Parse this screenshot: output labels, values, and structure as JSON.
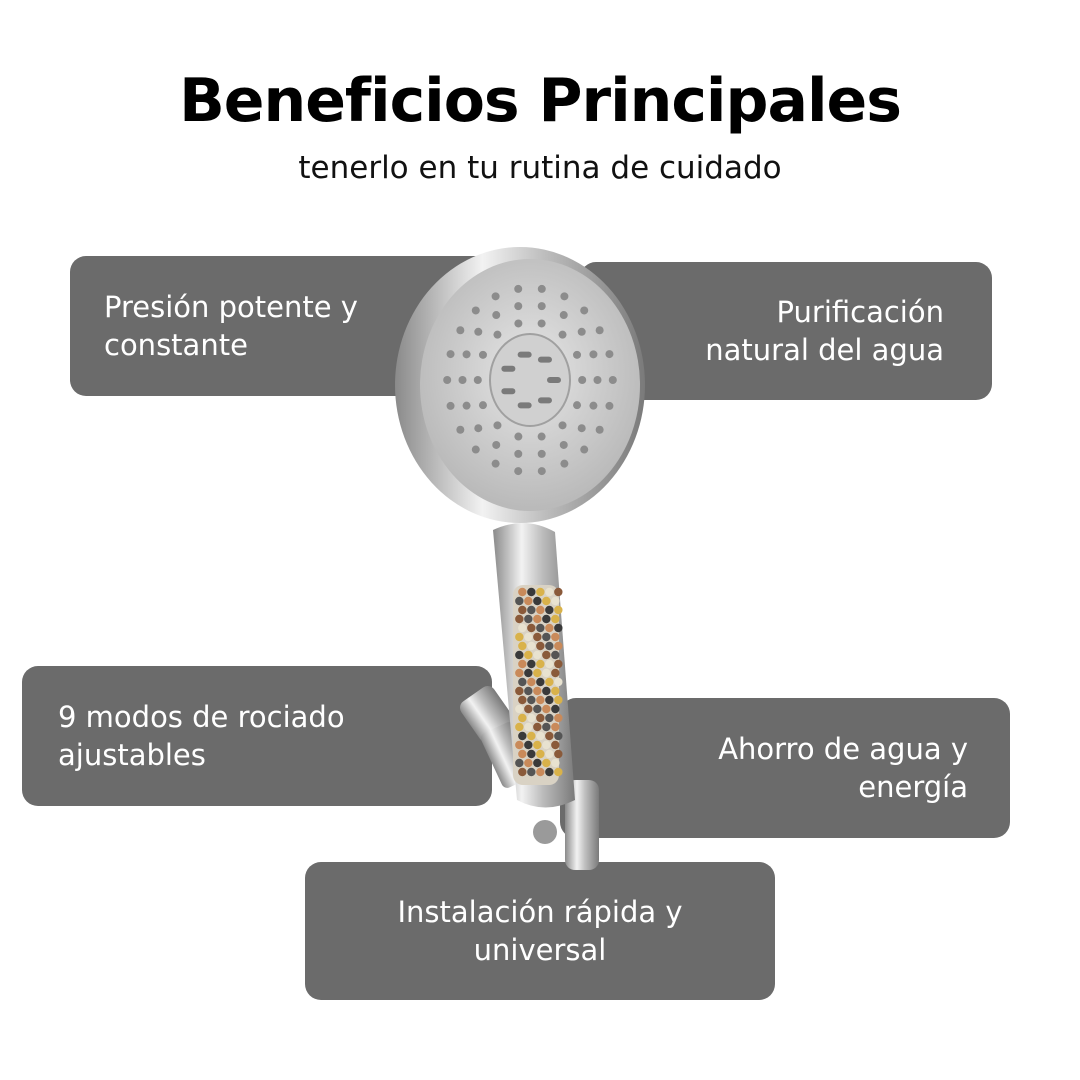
{
  "header": {
    "title": "Beneficios Principales",
    "subtitle": "tenerlo en tu rutina de cuidado"
  },
  "benefits": [
    {
      "line1": "Presión potente y",
      "line2": "constante"
    },
    {
      "line1": "Purificación",
      "line2": "natural del agua"
    },
    {
      "line1": "9 modos de rociado",
      "line2": "ajustables"
    },
    {
      "line1": "Ahorro de agua y",
      "line2": "energía"
    },
    {
      "line1": "Instalación rápida y",
      "line2": "universal"
    }
  ],
  "product": {
    "icon": "shower-head-filter-icon"
  },
  "colors": {
    "box": "#6b6b6b",
    "text": "#ffffff",
    "title": "#000000"
  }
}
